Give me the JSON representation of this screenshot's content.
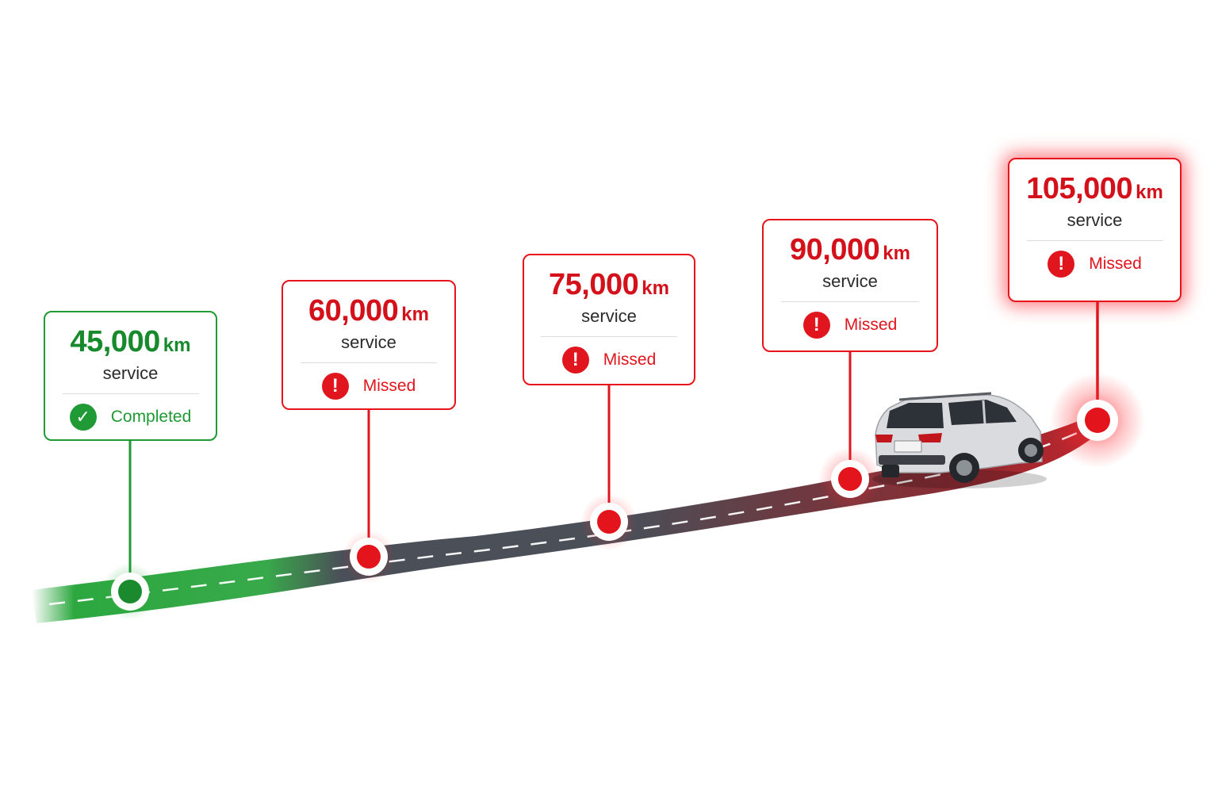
{
  "milestones": [
    {
      "km_value": "45,000",
      "km_unit": "km",
      "service_label": "service",
      "status": "Completed",
      "state": "completed"
    },
    {
      "km_value": "60,000",
      "km_unit": "km",
      "service_label": "service",
      "status": "Missed",
      "state": "missed"
    },
    {
      "km_value": "75,000",
      "km_unit": "km",
      "service_label": "service",
      "status": "Missed",
      "state": "missed"
    },
    {
      "km_value": "90,000",
      "km_unit": "km",
      "service_label": "service",
      "status": "Missed",
      "state": "missed"
    },
    {
      "km_value": "105,000",
      "km_unit": "km",
      "service_label": "service",
      "status": "Missed",
      "state": "missed"
    }
  ],
  "icons": {
    "completed": "check-circle-icon",
    "missed": "exclamation-circle-icon",
    "vehicle": "suv-car-icon"
  },
  "colors": {
    "completed": "#1f9a34",
    "missed": "#e0151d",
    "road": "#4a4f58",
    "road_dash": "#ffffff"
  }
}
